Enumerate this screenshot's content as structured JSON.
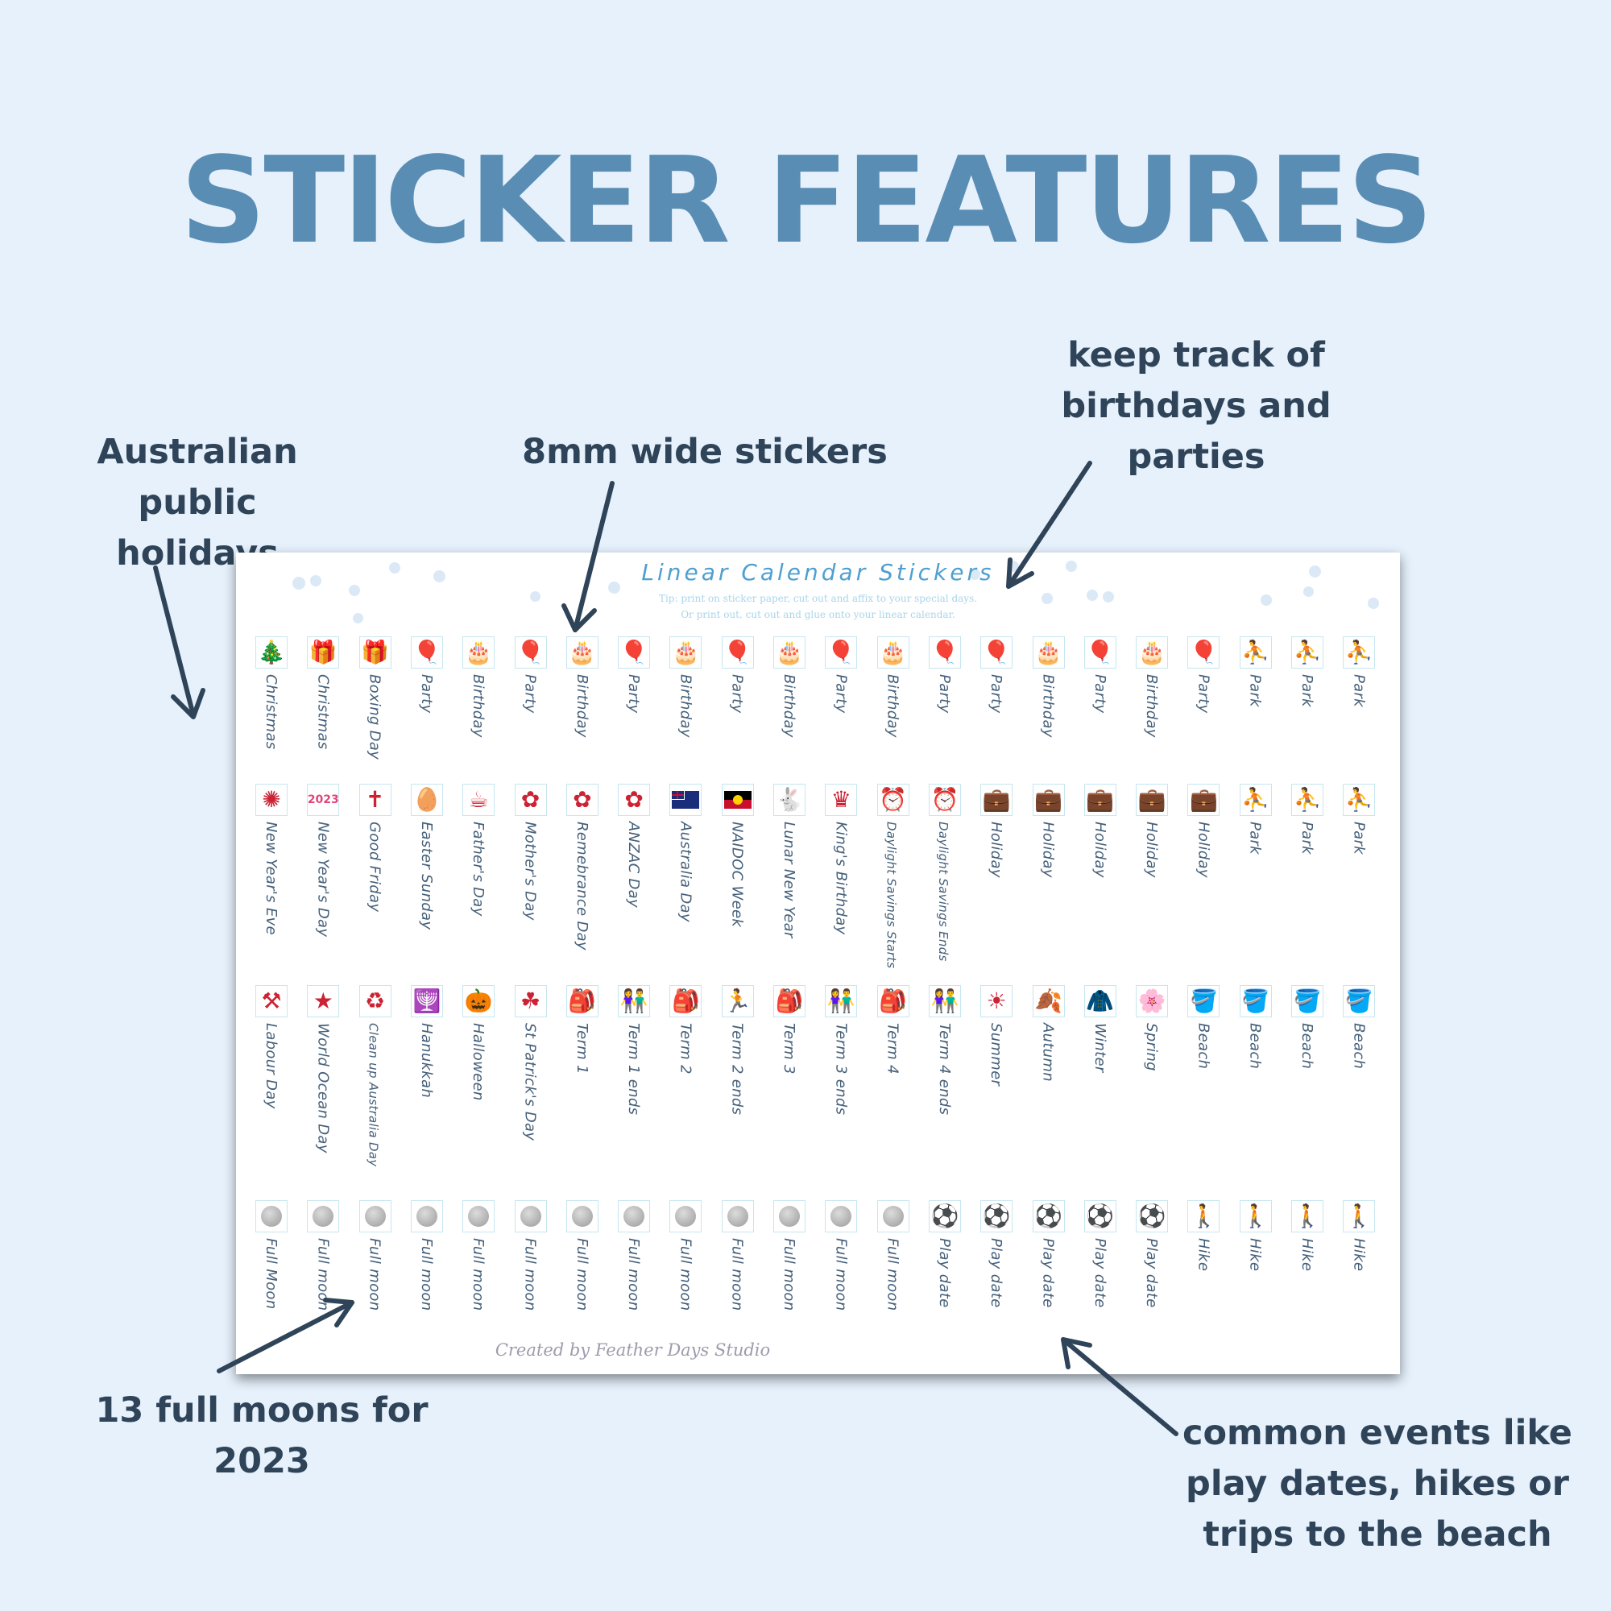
{
  "title": "STICKER FEATURES",
  "callouts": {
    "public_holidays": "Australian public\nholidays",
    "wide": "8mm wide stickers",
    "birthdays": "keep track of\nbirthdays and\nparties",
    "moons": "13 full moons for\n2023",
    "events": "common events like\nplay dates, hikes or\ntrips to the beach"
  },
  "sheet": {
    "title": "Linear Calendar Stickers",
    "tip1": "Tip: print on sticker paper, cut out and affix to your special days.",
    "tip2": "Or print out, cut out and glue onto your linear calendar.",
    "footer": "Created by Feather Days Studio"
  },
  "rows": [
    [
      {
        "icon": "christmas-tree-icon",
        "glyph": "🎄",
        "label": "Christmas"
      },
      {
        "icon": "nativity-icon",
        "glyph": "🎁",
        "label": "Christmas"
      },
      {
        "icon": "gift-icon",
        "glyph": "🎁",
        "label": "Boxing Day"
      },
      {
        "icon": "balloons-icon",
        "glyph": "🎈",
        "label": "Party"
      },
      {
        "icon": "cake-icon",
        "glyph": "🎂",
        "label": "Birthday"
      },
      {
        "icon": "balloons-icon",
        "glyph": "🎈",
        "label": "Party"
      },
      {
        "icon": "cake-icon",
        "glyph": "🎂",
        "label": "Birthday"
      },
      {
        "icon": "balloons-icon",
        "glyph": "🎈",
        "label": "Party"
      },
      {
        "icon": "cake-icon",
        "glyph": "🎂",
        "label": "Birthday"
      },
      {
        "icon": "balloons-icon",
        "glyph": "🎈",
        "label": "Party"
      },
      {
        "icon": "cake-icon",
        "glyph": "🎂",
        "label": "Birthday"
      },
      {
        "icon": "balloons-icon",
        "glyph": "🎈",
        "label": "Party"
      },
      {
        "icon": "cake-icon",
        "glyph": "🎂",
        "label": "Birthday"
      },
      {
        "icon": "balloons-icon",
        "glyph": "🎈",
        "label": "Party"
      },
      {
        "icon": "balloons-icon",
        "glyph": "🎈",
        "label": "Party"
      },
      {
        "icon": "cake-icon",
        "glyph": "🎂",
        "label": "Birthday"
      },
      {
        "icon": "balloons-icon",
        "glyph": "🎈",
        "label": "Party"
      },
      {
        "icon": "cake-icon",
        "glyph": "🎂",
        "label": "Birthday"
      },
      {
        "icon": "balloons-icon",
        "glyph": "🎈",
        "label": "Party"
      },
      {
        "icon": "swing-icon",
        "glyph": "⛹",
        "label": "Park"
      },
      {
        "icon": "swing-icon",
        "glyph": "⛹",
        "label": "Park"
      },
      {
        "icon": "swing-icon",
        "glyph": "⛹",
        "label": "Park"
      }
    ],
    [
      {
        "icon": "fireworks-icon",
        "glyph": "✺",
        "label": "New Year's Eve"
      },
      {
        "icon": "year-2023-icon",
        "glyph": "2023",
        "label": "New Year's Day"
      },
      {
        "icon": "cross-icon",
        "glyph": "✝",
        "label": "Good Friday"
      },
      {
        "icon": "easter-egg-icon",
        "glyph": "🥚",
        "label": "Easter Sunday"
      },
      {
        "icon": "mug-icon",
        "glyph": "☕",
        "label": "Father's Day"
      },
      {
        "icon": "flower-icon",
        "glyph": "✿",
        "label": "Mother's Day"
      },
      {
        "icon": "poppy-icon",
        "glyph": "✿",
        "label": "Remebrance Day"
      },
      {
        "icon": "poppy-icon",
        "glyph": "✿",
        "label": "ANZAC Day"
      },
      {
        "icon": "australian-flag-icon",
        "glyph": "",
        "label": "Australia Day"
      },
      {
        "icon": "aboriginal-flag-icon",
        "glyph": "",
        "label": "NAIDOC Week"
      },
      {
        "icon": "rabbit-icon",
        "glyph": "🐇",
        "label": "Lunar New Year"
      },
      {
        "icon": "crown-icon",
        "glyph": "♛",
        "label": "King's Birthday"
      },
      {
        "icon": "alarm-clock-icon",
        "glyph": "⏰",
        "label": "Daylight Savings Starts",
        "small": true
      },
      {
        "icon": "alarm-clock-icon",
        "glyph": "⏰",
        "label": "Daylight Savings Ends",
        "small": true
      },
      {
        "icon": "suitcase-icon",
        "glyph": "💼",
        "label": "Holiday"
      },
      {
        "icon": "suitcase-icon",
        "glyph": "💼",
        "label": "Holiday"
      },
      {
        "icon": "suitcase-icon",
        "glyph": "💼",
        "label": "Holiday"
      },
      {
        "icon": "suitcase-icon",
        "glyph": "💼",
        "label": "Holiday"
      },
      {
        "icon": "suitcase-icon",
        "glyph": "💼",
        "label": "Holiday"
      },
      {
        "icon": "swing-icon",
        "glyph": "⛹",
        "label": "Park"
      },
      {
        "icon": "swing-icon",
        "glyph": "⛹",
        "label": "Park"
      },
      {
        "icon": "swing-icon",
        "glyph": "⛹",
        "label": "Park"
      }
    ],
    [
      {
        "icon": "tools-icon",
        "glyph": "⚒",
        "label": "Labour Day"
      },
      {
        "icon": "starfish-icon",
        "glyph": "★",
        "label": "World Ocean Day"
      },
      {
        "icon": "bag-icon",
        "glyph": "♻",
        "label": "Clean up Australia Day",
        "small": true
      },
      {
        "icon": "menorah-icon",
        "glyph": "🕎",
        "label": "Hanukkah"
      },
      {
        "icon": "pumpkin-icon",
        "glyph": "🎃",
        "label": "Halloween"
      },
      {
        "icon": "shamrock-icon",
        "glyph": "☘",
        "label": "St Patrick's Day"
      },
      {
        "icon": "backpack-icon",
        "glyph": "🎒",
        "label": "Term 1"
      },
      {
        "icon": "kids-icon",
        "glyph": "👫",
        "label": "Term 1 ends"
      },
      {
        "icon": "backpack-icon",
        "glyph": "🎒",
        "label": "Term 2"
      },
      {
        "icon": "kid-icon",
        "glyph": "🏃",
        "label": "Term 2 ends"
      },
      {
        "icon": "backpack-icon",
        "glyph": "🎒",
        "label": "Term 3"
      },
      {
        "icon": "kids-icon",
        "glyph": "👫",
        "label": "Term 3 ends"
      },
      {
        "icon": "backpack-icon",
        "glyph": "🎒",
        "label": "Term 4"
      },
      {
        "icon": "kids-icon",
        "glyph": "👫",
        "label": "Term 4 ends"
      },
      {
        "icon": "sun-icon",
        "glyph": "☀",
        "label": "Summer"
      },
      {
        "icon": "leaf-icon",
        "glyph": "🍂",
        "label": "Autumn"
      },
      {
        "icon": "jumper-icon",
        "glyph": "🧥",
        "label": "Winter"
      },
      {
        "icon": "blossom-icon",
        "glyph": "🌸",
        "label": "Spring"
      },
      {
        "icon": "bucket-icon",
        "glyph": "🪣",
        "label": "Beach"
      },
      {
        "icon": "bucket-icon",
        "glyph": "🪣",
        "label": "Beach"
      },
      {
        "icon": "bucket-icon",
        "glyph": "🪣",
        "label": "Beach"
      },
      {
        "icon": "bucket-icon",
        "glyph": "🪣",
        "label": "Beach"
      }
    ],
    [
      {
        "icon": "full-moon-icon",
        "glyph": "moon",
        "label": "Full Moon"
      },
      {
        "icon": "full-moon-icon",
        "glyph": "moon",
        "label": "Full moon"
      },
      {
        "icon": "full-moon-icon",
        "glyph": "moon",
        "label": "Full moon"
      },
      {
        "icon": "full-moon-icon",
        "glyph": "moon",
        "label": "Full moon"
      },
      {
        "icon": "full-moon-icon",
        "glyph": "moon",
        "label": "Full moon"
      },
      {
        "icon": "full-moon-icon",
        "glyph": "moon",
        "label": "Full moon"
      },
      {
        "icon": "full-moon-icon",
        "glyph": "moon",
        "label": "Full moon"
      },
      {
        "icon": "full-moon-icon",
        "glyph": "moon",
        "label": "Full moon"
      },
      {
        "icon": "full-moon-icon",
        "glyph": "moon",
        "label": "Full moon"
      },
      {
        "icon": "full-moon-icon",
        "glyph": "moon",
        "label": "Full moon"
      },
      {
        "icon": "full-moon-icon",
        "glyph": "moon",
        "label": "Full moon"
      },
      {
        "icon": "full-moon-icon",
        "glyph": "moon",
        "label": "Full moon"
      },
      {
        "icon": "full-moon-icon",
        "glyph": "moon",
        "label": "Full moon"
      },
      {
        "icon": "play-date-icon",
        "glyph": "⚽",
        "label": "Play date"
      },
      {
        "icon": "play-date-icon",
        "glyph": "⚽",
        "label": "Play date"
      },
      {
        "icon": "play-date-icon",
        "glyph": "⚽",
        "label": "Play date"
      },
      {
        "icon": "play-date-icon",
        "glyph": "⚽",
        "label": "Play date"
      },
      {
        "icon": "play-date-icon",
        "glyph": "⚽",
        "label": "Play date"
      },
      {
        "icon": "hikers-icon",
        "glyph": "🚶",
        "label": "Hike"
      },
      {
        "icon": "hikers-icon",
        "glyph": "🚶",
        "label": "Hike"
      },
      {
        "icon": "hikers-icon",
        "glyph": "🚶",
        "label": "Hike"
      },
      {
        "icon": "hikers-icon",
        "glyph": "🚶",
        "label": "Hike"
      }
    ]
  ]
}
